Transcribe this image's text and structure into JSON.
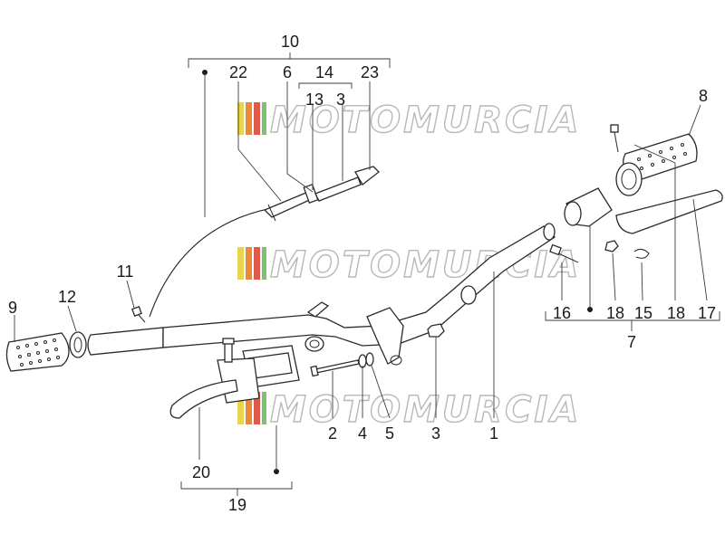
{
  "diagram": {
    "watermark": "MOTOMURCIA",
    "watermark_colors": [
      "#e8d44d",
      "#e98a3a",
      "#e05a4a",
      "#7ac36a"
    ],
    "callouts": {
      "c1": "1",
      "c2": "2",
      "c3": "3",
      "c4": "4",
      "c5": "5",
      "c6": "6",
      "c7": "7",
      "c8": "8",
      "c9": "9",
      "c10": "10",
      "c11": "11",
      "c12": "12",
      "c13": "13",
      "c13b": "3",
      "c14": "14",
      "c15": "15",
      "c16": "16",
      "c17": "17",
      "c18a": "18",
      "c18b": "18",
      "c19": "19",
      "c20": "20",
      "c22": "22",
      "c23": "23"
    }
  }
}
